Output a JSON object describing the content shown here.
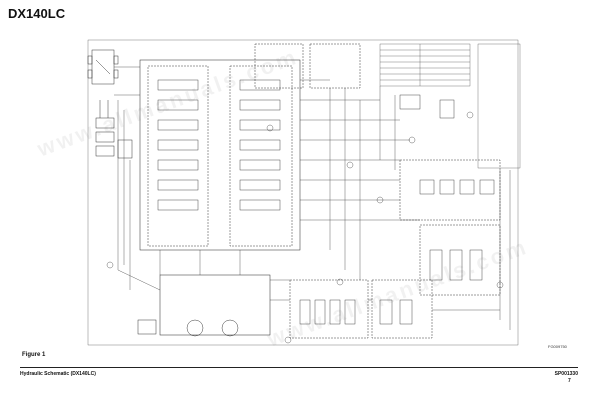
{
  "header": {
    "title": "DX140LC"
  },
  "figure": {
    "label": "Figure 1",
    "code": "FG009750"
  },
  "footer": {
    "left": "Hydraulic Schematic (DX140LC)",
    "right": "SP001330",
    "page": "7"
  },
  "watermark": {
    "text": "www.allmanuals.com"
  },
  "colors": {
    "line": "#222222",
    "background": "#ffffff"
  }
}
